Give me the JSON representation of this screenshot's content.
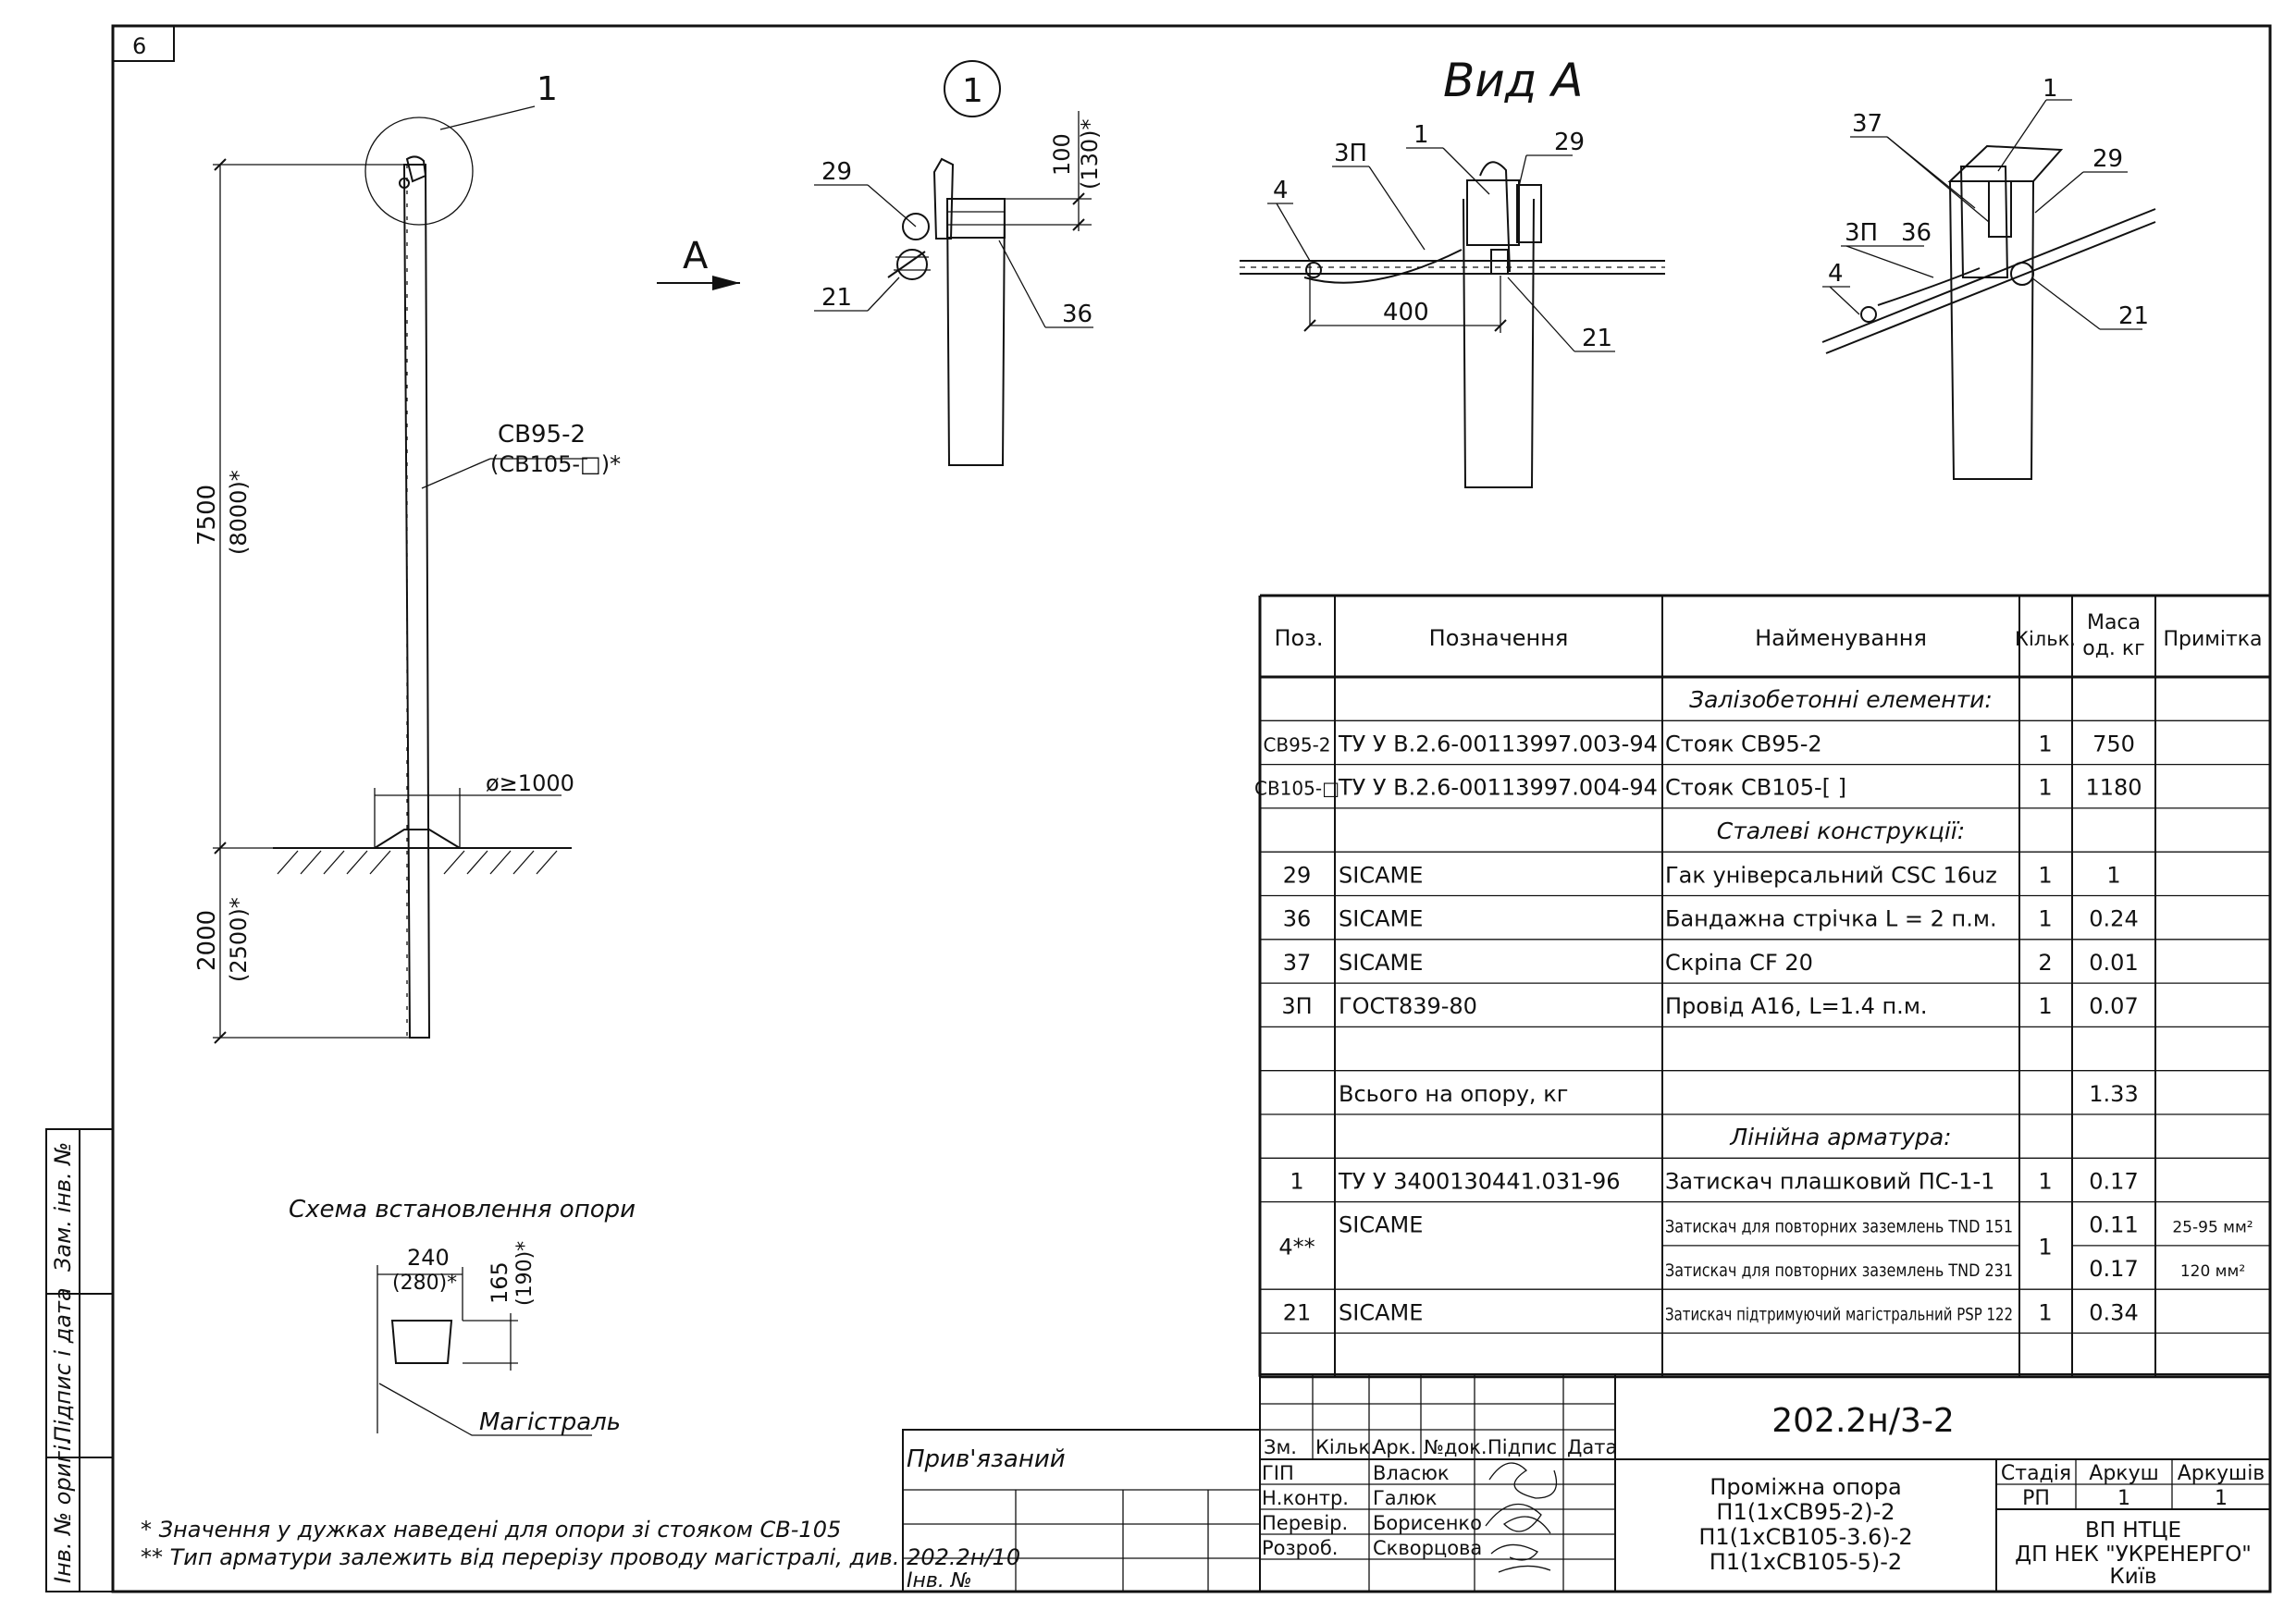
{
  "sheet_number": "6",
  "callout_main": "1",
  "detail_marker": "1",
  "detail_dim_100": "100",
  "detail_dim_130": "(130)*",
  "callouts_detail": {
    "c29": "29",
    "c21": "21",
    "c36": "36"
  },
  "arrow_label": "A",
  "view_title": "Вид А",
  "callouts_view": {
    "c3p": "3П",
    "c1": "1",
    "c29": "29",
    "c4": "4",
    "c21": "21",
    "dim400": "400"
  },
  "callouts_iso": {
    "c1": "1",
    "c37": "37",
    "c29": "29",
    "c3p": "3П",
    "c36": "36",
    "c4": "4",
    "c21": "21"
  },
  "pole": {
    "label": "СВ95-2",
    "label_alt": "(СВ105-□)*",
    "dim_above": "7500",
    "dim_above_alt": "(8000)*",
    "dim_below": "2000",
    "dim_below_alt": "(2500)*",
    "diameter": "ø≥1000"
  },
  "scheme": {
    "title": "Схема встановлення опори",
    "dim_w": "240",
    "dim_w_alt": "(280)*",
    "dim_h": "165",
    "dim_h_alt": "(190)*",
    "line_label": "Магістраль"
  },
  "notes": [
    "* Значення у дужках наведені для опори зі стояком СВ-105",
    "** Тип арматури залежить від перерізу проводу магістралі, див. 202.2н/10"
  ],
  "left_margin": {
    "inv_zam": "Зам. інв. №",
    "sign_date": "Підпис і дата",
    "inv_orig": "Інв. № оригі."
  },
  "spec_table": {
    "headers": {
      "pos": "Поз.",
      "designation": "Позначення",
      "name": "Найменування",
      "qty": "Кільк.",
      "mass_1": "Маса",
      "mass_2": "од. кг",
      "note": "Примітка"
    },
    "rows": [
      {
        "pos": "",
        "designation": "",
        "name": "Залізобетонні елементи:",
        "qty": "",
        "mass": "",
        "note": "",
        "section": true
      },
      {
        "pos": "СВ95-2",
        "designation": "ТУ У В.2.6-00113997.003-94",
        "name": "Стояк СВ95-2",
        "qty": "1",
        "mass": "750",
        "note": ""
      },
      {
        "pos": "СВ105-□",
        "designation": "ТУ У В.2.6-00113997.004-94",
        "name": "Стояк СВ105-[    ]",
        "qty": "1",
        "mass": "1180",
        "note": ""
      },
      {
        "pos": "",
        "designation": "",
        "name": "Сталеві конструкції:",
        "qty": "",
        "mass": "",
        "note": "",
        "section": true
      },
      {
        "pos": "29",
        "designation": "SICAME",
        "name": "Гак універсальний CSC 16uz",
        "qty": "1",
        "mass": "1",
        "note": ""
      },
      {
        "pos": "36",
        "designation": "SICAME",
        "name": "Бандажна стрічка L = 2 п.м.",
        "qty": "1",
        "mass": "0.24",
        "note": ""
      },
      {
        "pos": "37",
        "designation": "SICAME",
        "name": "Скріпа CF 20",
        "qty": "2",
        "mass": "0.01",
        "note": ""
      },
      {
        "pos": "3П",
        "designation": "ГОСТ839-80",
        "name": "Провід А16, L=1.4 п.м.",
        "qty": "1",
        "mass": "0.07",
        "note": ""
      },
      {
        "pos": "",
        "designation": "",
        "name": "",
        "qty": "",
        "mass": "",
        "note": ""
      },
      {
        "pos": "",
        "designation": "Всього на опору, кг",
        "name": "",
        "qty": "",
        "mass": "1.33",
        "note": ""
      },
      {
        "pos": "",
        "designation": "",
        "name": "Лінійна арматура:",
        "qty": "",
        "mass": "",
        "note": "",
        "section": true
      },
      {
        "pos": "1",
        "designation": "ТУ У 3400130441.031-96",
        "name": "Затискач плашковий ПС-1-1",
        "qty": "1",
        "mass": "0.17",
        "note": ""
      },
      {
        "pos": "4**",
        "designation": "SICAME",
        "name": "Затискач для повторних заземлень TND 151",
        "qty": "1",
        "mass": "0.11",
        "note": "25-95 мм²"
      },
      {
        "pos": "",
        "designation": "",
        "name": "Затискач для повторних заземлень TND 231",
        "qty": "",
        "mass": "0.17",
        "note": "120 мм²"
      },
      {
        "pos": "21",
        "designation": "SICAME",
        "name": "Затискач підтримуючий магістральний PSP 122",
        "qty": "1",
        "mass": "0.34",
        "note": ""
      },
      {
        "pos": "",
        "designation": "",
        "name": "",
        "qty": "",
        "mass": "",
        "note": ""
      }
    ]
  },
  "title_block": {
    "doc_code": "202.2н/3-2",
    "attached": "Прив'язаний",
    "inv": "Інв. №",
    "col_headers": [
      "Зм.",
      "Кільк.",
      "Арк.",
      "№док.",
      "Підпис",
      "Дата"
    ],
    "roles": [
      {
        "role": "ГІП",
        "name": "Власюк"
      },
      {
        "role": "Н.контр.",
        "name": "Галюк"
      },
      {
        "role": "Перевір.",
        "name": "Борисенко"
      },
      {
        "role": "Розроб.",
        "name": "Скворцова"
      }
    ],
    "title_lines": [
      "Проміжна опора",
      "П1(1хСВ95-2)-2",
      "П1(1хСВ105-3.6)-2",
      "П1(1хСВ105-5)-2"
    ],
    "stage_label": "Стадія",
    "sheet_label": "Аркуш",
    "sheets_label": "Аркушів",
    "stage": "РП",
    "sheet": "1",
    "sheets": "1",
    "org_lines": [
      "ВП НТЦЕ",
      "ДП НЕК \"УКРЕНЕРГО\"",
      "Київ"
    ]
  }
}
